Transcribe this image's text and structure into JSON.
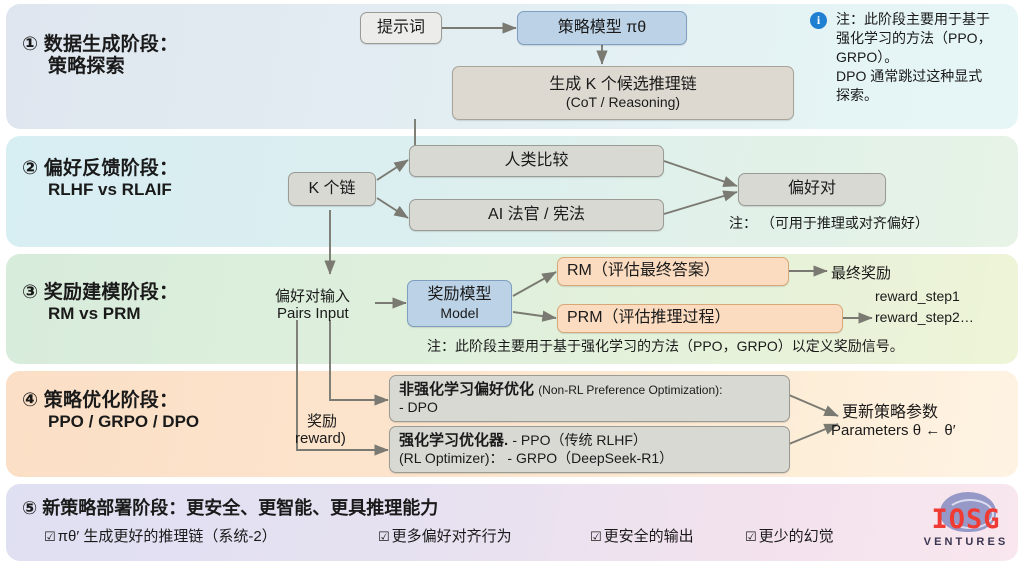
{
  "stages": [
    {
      "number": "①",
      "title_cn": "数据生成阶段：",
      "title_sub": "策略探索",
      "nodes": {
        "prompt": "提示词",
        "policy_model": "策略模型 πθ",
        "generate_k_line1": "生成 K 个候选推理链",
        "generate_k_line2": "(CoT / Reasoning)"
      },
      "note_icon": "info-icon",
      "note_lines": [
        "注：此阶段主要用于基于",
        "强化学习的方法（PPO，",
        "GRPO）。",
        "DPO 通常跳过这种显式",
        "探索。"
      ]
    },
    {
      "number": "②",
      "title_cn": "偏好反馈阶段：",
      "title_sub": "RLHF vs RLAIF",
      "nodes": {
        "k_chains": "K 个链",
        "human_compare": "人类比较",
        "ai_judge": "AI 法官 / 宪法",
        "preference_pairs": "偏好对"
      },
      "note": "注： （可用于推理或对齐偏好）"
    },
    {
      "number": "③",
      "title_cn": "奖励建模阶段：",
      "title_sub": "RM vs PRM",
      "nodes": {
        "pairs_input_cn": "偏好对输入",
        "pairs_input_en": "Pairs Input",
        "reward_model_cn": "奖励模型",
        "reward_model_en": "Model",
        "rm": "RM（评估最终答案）",
        "prm": "PRM（评估推理过程）",
        "final_reward": "最终奖励",
        "reward_step1": "reward_step1",
        "reward_step2": "reward_step2…"
      },
      "note": "注：此阶段主要用于基于强化学习的方法（PPO，GRPO）以定义奖励信号。"
    },
    {
      "number": "④",
      "title_cn": "策略优化阶段：",
      "title_sub": "PPO / GRPO / DPO",
      "nodes": {
        "reward_label_cn": "奖励",
        "reward_label_en": "reward)",
        "nonrl_title_cn": "非强化学习偏好优化",
        "nonrl_title_en": "(Non-RL Preference Optimization):",
        "nonrl_item": "- DPO",
        "rl_title_cn": "强化学习优化器.",
        "rl_item1": "- PPO（传统 RLHF）",
        "rl_title_en": "(RL Optimizer)：",
        "rl_item2": "- GRPO（DeepSeek-R1）",
        "update_cn": "更新策略参数",
        "update_en": "Parameters θ ← θ′"
      }
    },
    {
      "number": "⑤",
      "title_full": "新策略部署阶段：更安全、更智能、更具推理能力",
      "checklist": [
        "πθ′ 生成更好的推理链（系统-2）",
        "更多偏好对齐行为",
        "更安全的输出",
        "更少的幻觉"
      ],
      "checkbox_glyph": "☑"
    }
  ],
  "logo": {
    "word": "IOSG",
    "sub": "VENTURES",
    "brand_color": "#ef3b33"
  },
  "colors": {
    "band1": "#e2ecf2",
    "band2": "#dceff0",
    "band3": "#dff0dc",
    "band4": "#fce5cd",
    "band5": "#e6e1f1",
    "node_grey": "#d9d9d4",
    "node_blue": "#bcd2e6",
    "node_orange": "#fbdcc0",
    "arrow": "#7a7a72",
    "info_blue": "#1f7fd0"
  }
}
